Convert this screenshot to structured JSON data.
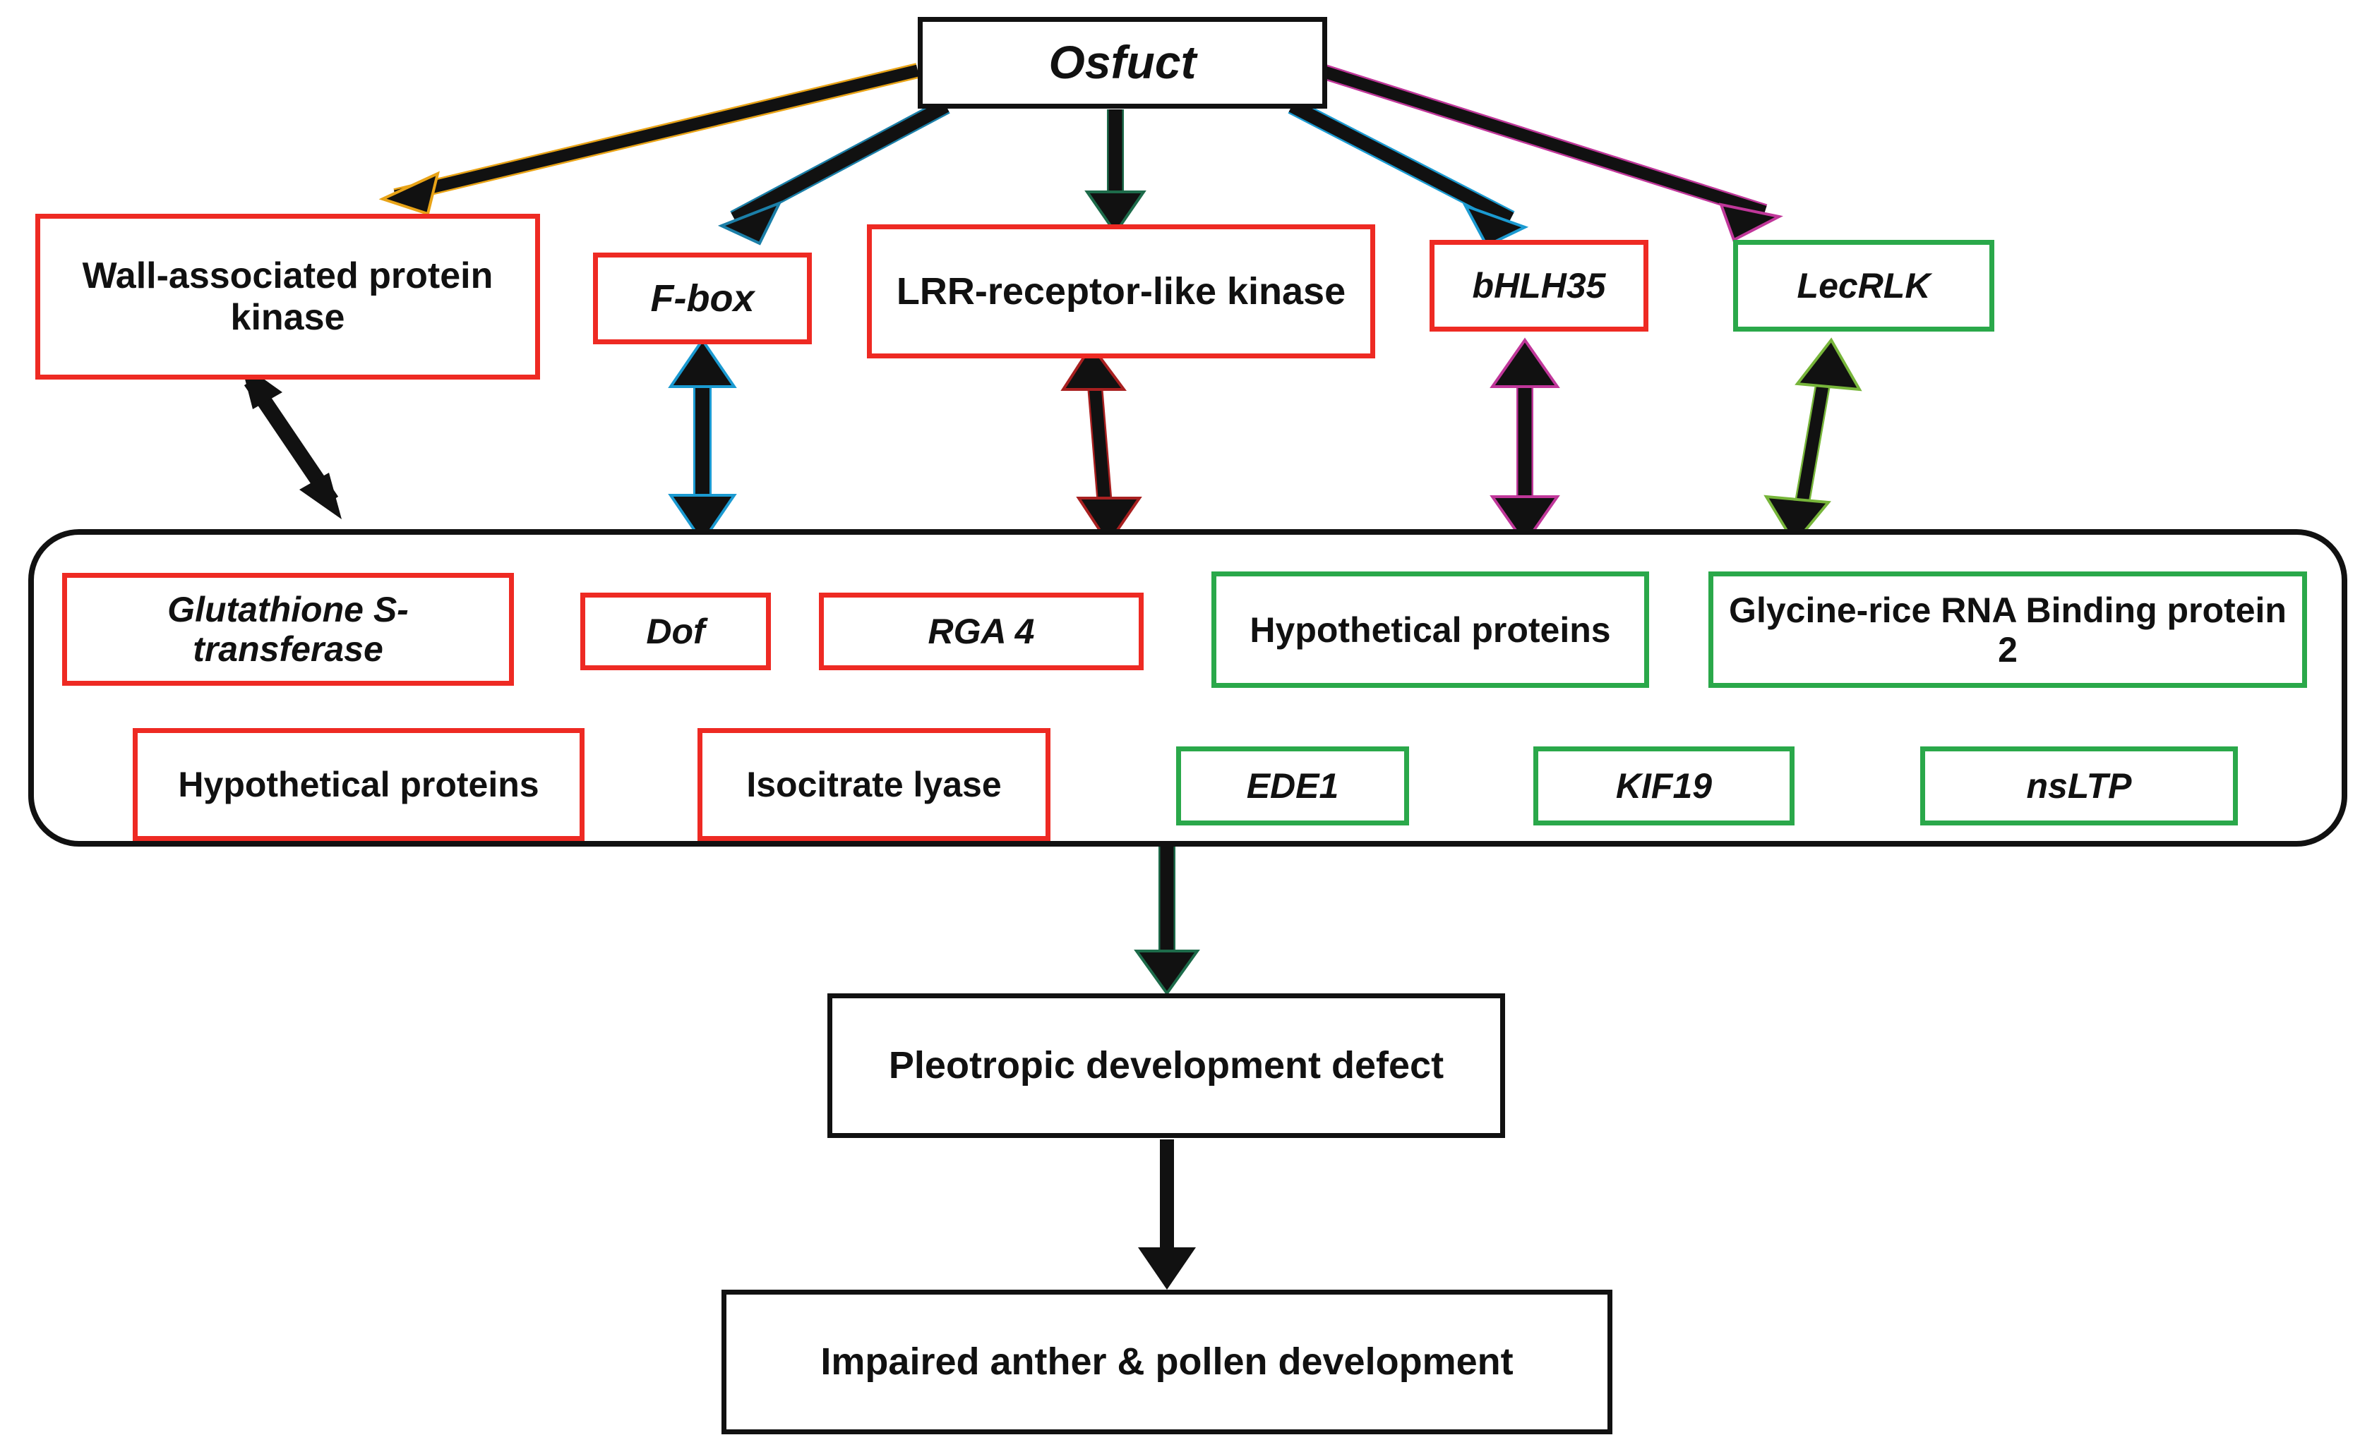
{
  "diagram": {
    "title_node": {
      "label": "Osfuct",
      "style": "italic",
      "border_color": "#111111"
    },
    "tier1_nodes": [
      {
        "id": "wall-associated-protein-kinase",
        "label": "Wall-associated protein kinase",
        "border_color": "#ee2a23",
        "style": "normal"
      },
      {
        "id": "f-box",
        "label": "F-box",
        "border_color": "#ee2a23",
        "style": "italic"
      },
      {
        "id": "lrr-receptor-like-kinase",
        "label": "LRR-receptor-like kinase",
        "border_color": "#ee2a23",
        "style": "normal"
      },
      {
        "id": "bhlh35",
        "label": "bHLH35",
        "border_color": "#ee2a23",
        "style": "italic"
      },
      {
        "id": "lecrlk",
        "label": "LecRLK",
        "border_color": "#2aa84a",
        "style": "italic"
      }
    ],
    "pool_nodes_row1": [
      {
        "id": "glutathione-s-transferase",
        "label": "Glutathione S-transferase",
        "border_color": "#ee2a23",
        "style": "italic"
      },
      {
        "id": "dof",
        "label": "Dof",
        "border_color": "#ee2a23",
        "style": "italic"
      },
      {
        "id": "rga-4",
        "label": "RGA 4",
        "border_color": "#ee2a23",
        "style": "italic"
      },
      {
        "id": "hypothetical-proteins-green",
        "label": "Hypothetical proteins",
        "border_color": "#2aa84a",
        "style": "normal"
      },
      {
        "id": "glycine-rice-rna-binding-protein-2",
        "label": "Glycine-rice RNA Binding protein 2",
        "border_color": "#2aa84a",
        "style": "normal"
      }
    ],
    "pool_nodes_row2": [
      {
        "id": "hypothetical-proteins-red",
        "label": "Hypothetical proteins",
        "border_color": "#ee2a23",
        "style": "normal"
      },
      {
        "id": "isocitrate-lyase",
        "label": "Isocitrate lyase",
        "border_color": "#ee2a23",
        "style": "normal"
      },
      {
        "id": "ede1",
        "label": "EDE1",
        "border_color": "#2aa84a",
        "style": "italic"
      },
      {
        "id": "kif19",
        "label": "KIF19",
        "border_color": "#2aa84a",
        "style": "italic"
      },
      {
        "id": "nsltp",
        "label": "nsLTP",
        "border_color": "#2aa84a",
        "style": "italic"
      }
    ],
    "outcome_nodes": [
      {
        "id": "pleotropic-development-defect",
        "label": "Pleotropic development defect",
        "border_color": "#111111",
        "style": "normal"
      },
      {
        "id": "impaired-anther-pollen-development",
        "label": "Impaired anther & pollen development",
        "border_color": "#111111",
        "style": "normal"
      }
    ],
    "edges": [
      {
        "from": "Osfuct",
        "to": "Wall-associated protein kinase",
        "kind": "single",
        "outline_color": "#e8a317"
      },
      {
        "from": "Osfuct",
        "to": "F-box",
        "kind": "single",
        "outline_color": "#1b7fa8"
      },
      {
        "from": "Osfuct",
        "to": "LRR-receptor-like kinase",
        "kind": "single",
        "outline_color": "#1d6b4a"
      },
      {
        "from": "Osfuct",
        "to": "bHLH35",
        "kind": "single",
        "outline_color": "#1b9ad1"
      },
      {
        "from": "Osfuct",
        "to": "LecRLK",
        "kind": "single",
        "outline_color": "#c0379a"
      },
      {
        "from": "Wall-associated protein kinase",
        "to": "protein pool",
        "kind": "double",
        "outline_color": "#111111"
      },
      {
        "from": "F-box",
        "to": "protein pool",
        "kind": "double",
        "outline_color": "#1b9ad1"
      },
      {
        "from": "LRR-receptor-like kinase",
        "to": "protein pool",
        "kind": "double",
        "outline_color": "#a82020"
      },
      {
        "from": "bHLH35",
        "to": "protein pool",
        "kind": "double",
        "outline_color": "#c0379a"
      },
      {
        "from": "LecRLK",
        "to": "protein pool",
        "kind": "double",
        "outline_color": "#5f9c2a"
      },
      {
        "from": "protein pool",
        "to": "Pleotropic development defect",
        "kind": "single",
        "outline_color": "#1d6b4a"
      },
      {
        "from": "Pleotropic development defect",
        "to": "Impaired anther & pollen development",
        "kind": "single",
        "outline_color": "#111111"
      }
    ]
  }
}
